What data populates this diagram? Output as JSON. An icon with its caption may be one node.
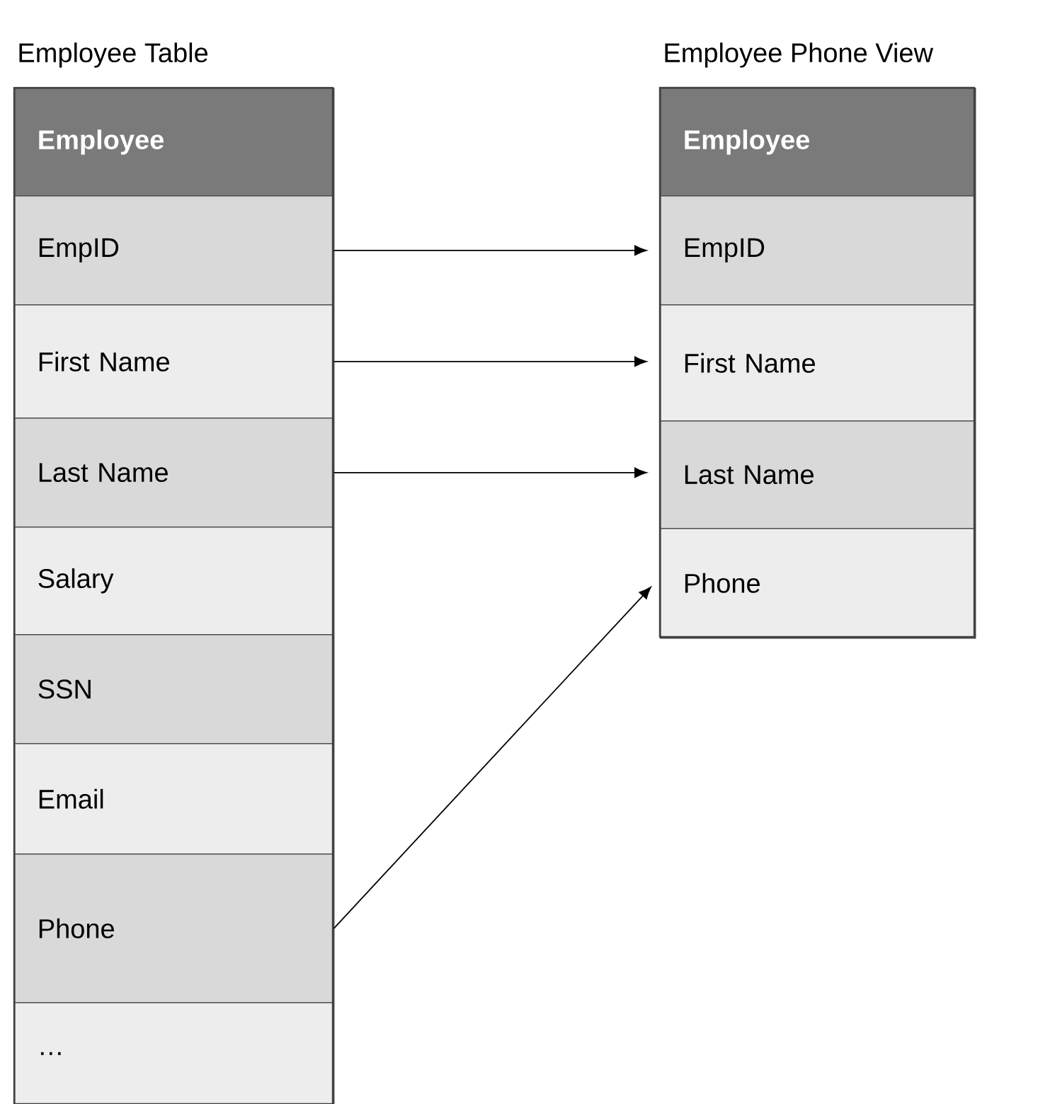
{
  "diagram": {
    "nodes": [
      {
        "text": [
          "Employee Table"
        ]
      },
      {
        "text": [
          "Employee"
        ],
        "in": 0
      },
      {
        "text": [
          "EmpID"
        ],
        "in": 0
      },
      {
        "text": [
          "First Name"
        ],
        "in": 0
      },
      {
        "text": [
          "Last Name"
        ],
        "in": 0
      },
      {
        "text": [
          "Salary"
        ],
        "in": 0
      },
      {
        "text": [
          "SSN"
        ],
        "in": 0
      },
      {
        "text": [
          "Email"
        ],
        "in": 0
      },
      {
        "text": [
          "Phone"
        ],
        "in": 0
      },
      {
        "text": [
          "…"
        ],
        "in": 0
      },
      {
        "text": [
          "Employee Phone View"
        ]
      },
      {
        "text": [
          "Employee"
        ],
        "in": 10
      },
      {
        "text": [
          "EmpID"
        ],
        "in": 10
      },
      {
        "text": [
          "First Name"
        ],
        "in": 10
      },
      {
        "text": [
          "Last Name"
        ],
        "in": 10
      },
      {
        "text": [
          "Phone"
        ],
        "in": 10
      }
    ],
    "edges": [
      {
        "from": 2,
        "to": 12,
        "arrow": "to"
      },
      {
        "from": 3,
        "to": 13,
        "arrow": "to"
      },
      {
        "from": 4,
        "to": 14,
        "arrow": "to"
      },
      {
        "from": 8,
        "to": 15,
        "arrow": "to"
      }
    ]
  }
}
